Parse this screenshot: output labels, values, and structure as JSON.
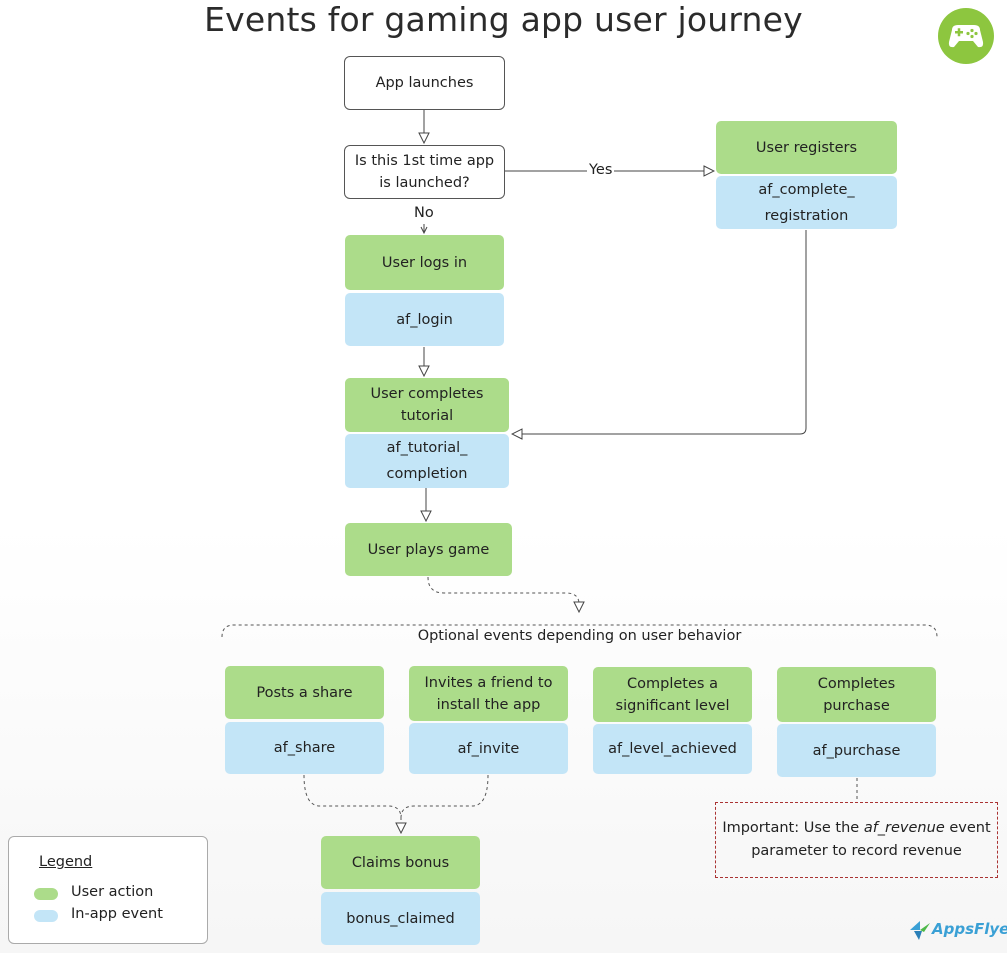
{
  "title": "Events for gaming app user journey",
  "nodes": {
    "app_launches": "App launches",
    "first_time_q": "Is this 1st time app is launched?",
    "user_registers": "User registers",
    "af_complete_registration": "af_complete_\nregistration",
    "user_logs_in": "User logs in",
    "af_login": "af_login",
    "user_completes_tutorial": "User completes tutorial",
    "af_tutorial_completion": "af_tutorial_\ncompletion",
    "user_plays_game": "User plays game",
    "optional_events": "Optional events depending on user behavior",
    "posts_share": "Posts a share",
    "af_share": "af_share",
    "invites_friend": "Invites a friend to install the app",
    "af_invite": "af_invite",
    "completes_level": "Completes a significant level",
    "af_level_achieved": "af_level_achieved",
    "completes_purchase": "Completes purchase",
    "af_purchase": "af_purchase",
    "claims_bonus": "Claims bonus",
    "bonus_claimed": "bonus_claimed"
  },
  "edges": {
    "yes": "Yes",
    "no": "No"
  },
  "note": {
    "prefix": "Important: Use the ",
    "emphasis": "af_revenue",
    "suffix": " event parameter to record revenue"
  },
  "legend": {
    "title": "Legend",
    "user_action": "User action",
    "in_app_event": "In-app event"
  },
  "brand": "AppsFlyer",
  "colors": {
    "user_action": "#acdc8a",
    "in_app_event": "#c3e5f7",
    "logo": "#8dc63f"
  },
  "icons": {
    "corner": "gamepad-icon",
    "brand_logo": "appsflyer-logo-icon"
  }
}
